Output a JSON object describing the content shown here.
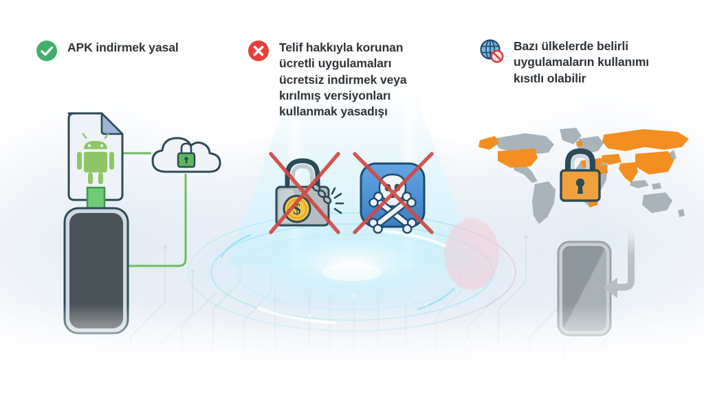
{
  "infographic": {
    "language": "tr",
    "background_colors": {
      "page": "#ffffff",
      "tech_blue": "#dfe9f3",
      "hud_cyan": "#7fe4f2"
    },
    "columns": [
      {
        "id": "legal",
        "status": "allowed",
        "badge_icon": "check-circle-icon",
        "badge_color": "#41af68",
        "heading": "APK indirmek yasal",
        "illustration": {
          "name": "apk-download-to-phone",
          "parts": [
            {
              "icon": "apk-document-icon",
              "label": "android-file",
              "color": "#8cc152"
            },
            {
              "icon": "cloud-lock-icon",
              "label": "secure-cloud",
              "color": "#4caf50"
            },
            {
              "icon": "download-arrow-icon",
              "label": "download-arrow",
              "color": "#62c46a"
            },
            {
              "icon": "smartphone-icon",
              "label": "target-phone",
              "color": "#4a5358"
            }
          ]
        }
      },
      {
        "id": "illegal",
        "status": "forbidden",
        "badge_icon": "x-circle-icon",
        "badge_color": "#e53935",
        "heading": "Telif hakkıyla korunan ücretli uygulamaları ücretsiz indirmek veya kırılmış versiyonları kullanmak yasadışı",
        "heading_lines": [
          "Telif hakkıyla korunan",
          "ücretli uygulamaları",
          "ücretsiz indirmek veya",
          "kırılmış versiyonları",
          "kullanmak yasadışı"
        ],
        "illustration": {
          "name": "crossed-out-piracy-icons",
          "parts": [
            {
              "icon": "padlock-dollar-broken-chain-icon",
              "label": "paid-app-cracked",
              "color": "#b8bfc4",
              "accent": "#f5c542",
              "crossed_out": true
            },
            {
              "icon": "skull-crossbones-app-icon",
              "label": "malware-app",
              "color": "#4a90d9",
              "crossed_out": true
            }
          ],
          "cross_color": "#cf4a44"
        }
      },
      {
        "id": "restricted",
        "status": "restricted",
        "badge_icon": "globe-blocked-icon",
        "badge_color": "#6aa8d8",
        "heading": "Bazı ülkelerde belirli uygulamaların kullanımı kısıtlı olabilir",
        "heading_lines": [
          "Bazı ülkelerde belirli",
          "uygulamaların kullanımı",
          "kısıtlı olabilir"
        ],
        "illustration": {
          "name": "world-map-restrictions",
          "parts": [
            {
              "icon": "world-map-icon",
              "label": "world-map",
              "base_color": "#a9b3bb",
              "highlight_color": "#f28f20"
            },
            {
              "icon": "padlock-icon",
              "label": "region-lock",
              "color": "#f0a13c"
            },
            {
              "icon": "smartphone-icon",
              "label": "restricted-phone",
              "color": "#9aa5ab"
            },
            {
              "icon": "curved-arrow-icon",
              "label": "blocked-install-arrow",
              "color": "#b6bec4"
            }
          ]
        }
      }
    ]
  }
}
